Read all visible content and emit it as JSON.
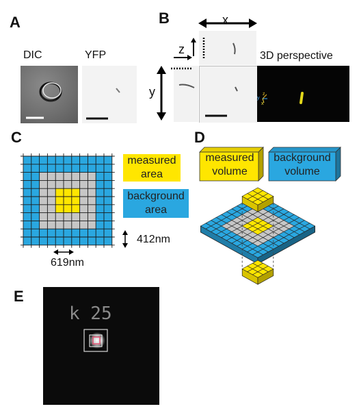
{
  "panels": {
    "A": {
      "letter": "A",
      "dic_label": "DIC",
      "yfp_label": "YFP"
    },
    "B": {
      "letter": "B",
      "x_label": "x",
      "y_label": "y",
      "z_label": "z",
      "perspective_label": "3D perspective",
      "axis_small_labels": [
        "z",
        "y",
        "x"
      ]
    },
    "C": {
      "letter": "C",
      "measured_label": "measured\narea",
      "background_label": "background\narea",
      "dim_y": "412nm",
      "dim_x": "619nm"
    },
    "D": {
      "letter": "D",
      "measured_label": "measured\nvolume",
      "background_label": "background\nvolume"
    },
    "E": {
      "letter": "E",
      "overlay_text": "k 25"
    }
  },
  "colors": {
    "measured": "#ffe600",
    "background": "#2aa7e0",
    "middle": "#c6c6c6",
    "grid_line": "#1a1a1a"
  }
}
